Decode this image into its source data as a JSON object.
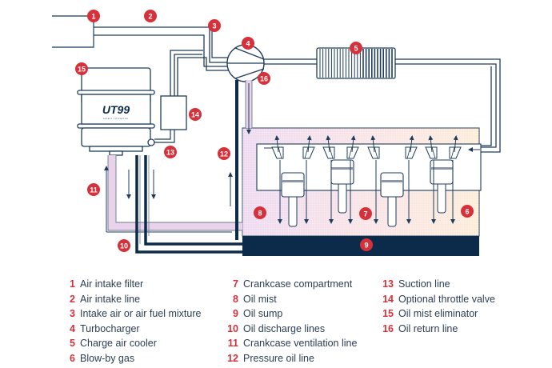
{
  "diagram": {
    "title": "Crankcase ventilation system with oil mist eliminator",
    "brand": {
      "logo_text": "UT99",
      "tagline": "smart filtration"
    },
    "colors": {
      "line": "#1f3d5c",
      "dark": "#0c2b4b",
      "badge": "#d6313a",
      "mist_pink": "#efd7ec",
      "mist_peach": "#fbe8d4"
    },
    "badges": [
      "1",
      "2",
      "3",
      "4",
      "5",
      "6",
      "7",
      "8",
      "9",
      "10",
      "11",
      "12",
      "13",
      "14",
      "15",
      "16"
    ]
  },
  "legend": {
    "columns": [
      [
        {
          "num": "1",
          "label": "Air intake filter"
        },
        {
          "num": "2",
          "label": "Air intake line"
        },
        {
          "num": "3",
          "label": "Intake air or air fuel mixture"
        },
        {
          "num": "4",
          "label": "Turbocharger"
        },
        {
          "num": "5",
          "label": "Charge air cooler"
        },
        {
          "num": "6",
          "label": "Blow-by gas"
        }
      ],
      [
        {
          "num": "7",
          "label": "Crankcase compartment"
        },
        {
          "num": "8",
          "label": "Oil mist"
        },
        {
          "num": "9",
          "label": "Oil sump"
        },
        {
          "num": "10",
          "label": "Oil discharge lines"
        },
        {
          "num": "11",
          "label": "Crankcase ventilation line"
        },
        {
          "num": "12",
          "label": "Pressure oil line"
        }
      ],
      [
        {
          "num": "13",
          "label": "Suction line"
        },
        {
          "num": "14",
          "label": "Optional throttle valve"
        },
        {
          "num": "15",
          "label": "Oil mist eliminator"
        },
        {
          "num": "16",
          "label": "Oil return line"
        }
      ]
    ]
  }
}
